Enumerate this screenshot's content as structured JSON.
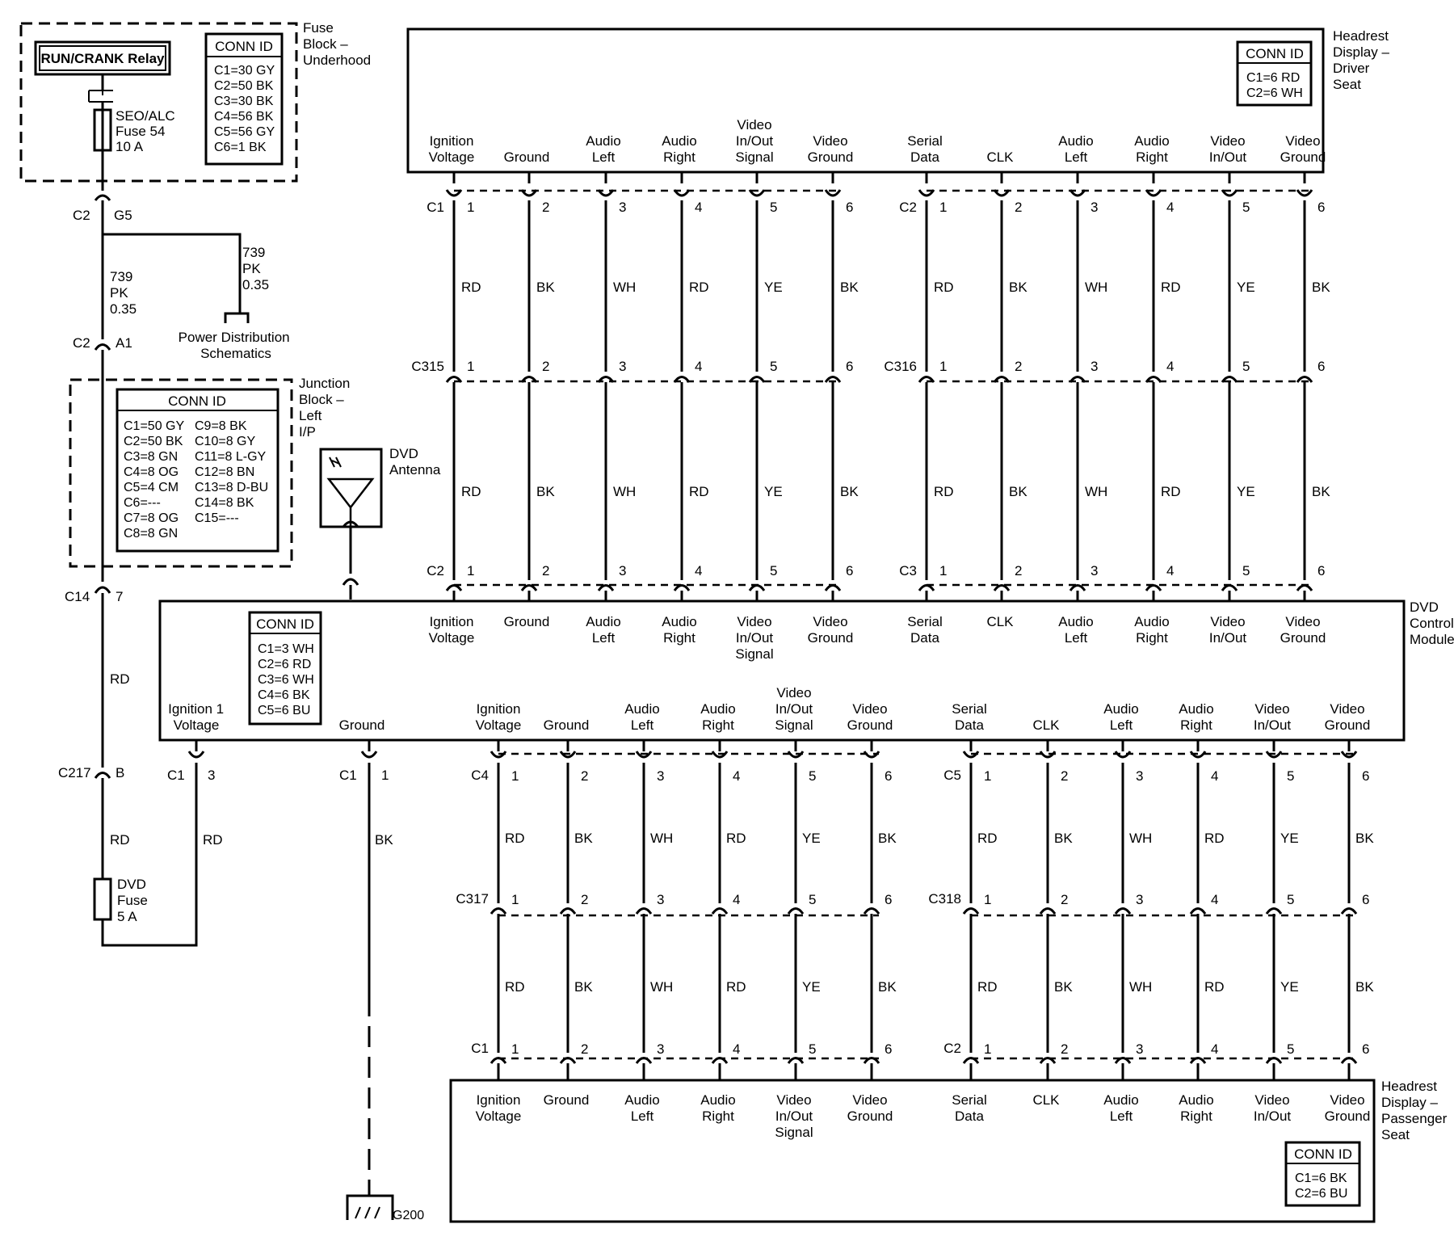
{
  "fuse_block": {
    "title": [
      "Fuse",
      "Block –",
      "Underhood"
    ],
    "relay": "RUN/CRANK Relay",
    "fuse": [
      "SEO/ALC",
      "Fuse 54",
      "10 A"
    ],
    "conn_title": "CONN ID",
    "conn": [
      "C1=30 GY",
      "C2=50 BK",
      "C3=30 BK",
      "C4=56 BK",
      "C5=56 GY",
      "C6=1 BK"
    ]
  },
  "power_path": {
    "c2_g5": [
      "C2",
      "G5"
    ],
    "wire_left": [
      "739",
      "PK",
      "0.35"
    ],
    "wire_right": [
      "739",
      "PK",
      "0.35"
    ],
    "power_dist": [
      "Power Distribution",
      "Schematics"
    ],
    "c2_a1": [
      "C2",
      "A1"
    ],
    "c14_7": [
      "C14",
      "7"
    ],
    "rd1": "RD",
    "c217_b": [
      "C217",
      "B"
    ],
    "rd2": "RD",
    "dvd_fuse": [
      "DVD",
      "Fuse",
      "5 A"
    ]
  },
  "junction_block": {
    "title": [
      "Junction",
      "Block –",
      "Left",
      "I/P"
    ],
    "conn_title": "CONN ID",
    "conn_left": [
      "C1=50 GY",
      "C2=50 BK",
      "C3=8 GN",
      "C4=8 OG",
      "C5=4 CM",
      "C6=---",
      "C7=8 OG",
      "C8=8 GN"
    ],
    "conn_right": [
      "C9=8 BK",
      "C10=8 GY",
      "C11=8 L-GY",
      "C12=8 BN",
      "C13=8 D-BU",
      "C14=8 BK",
      "C15=---"
    ]
  },
  "antenna": {
    "label": [
      "DVD",
      "Antenna"
    ]
  },
  "driver_display": {
    "title": [
      "Headrest",
      "Display –",
      "Driver",
      "Seat"
    ],
    "conn_title": "CONN ID",
    "conn": [
      "C1=6 RD",
      "C2=6 WH"
    ],
    "c1_labels": [
      [
        "Ignition",
        "Voltage"
      ],
      [
        "Ground"
      ],
      [
        "Audio",
        "Left"
      ],
      [
        "Audio",
        "Right"
      ],
      [
        "Video",
        "In/Out",
        "Signal"
      ],
      [
        "Video",
        "Ground"
      ]
    ],
    "c2_labels": [
      [
        "Serial",
        "Data"
      ],
      [
        "CLK"
      ],
      [
        "Audio",
        "Left"
      ],
      [
        "Audio",
        "Right"
      ],
      [
        "Video",
        "In/Out"
      ],
      [
        "Video",
        "Ground"
      ]
    ]
  },
  "upper_harness": {
    "row1": {
      "left": "C1",
      "right": "C2"
    },
    "row2": {
      "left": "C315",
      "right": "C316"
    },
    "row3": {
      "left": "C2",
      "right": "C3"
    },
    "pins": [
      "1",
      "2",
      "3",
      "4",
      "5",
      "6"
    ],
    "left_colors": [
      "RD",
      "BK",
      "WH",
      "RD",
      "YE",
      "BK"
    ],
    "right_colors": [
      "RD",
      "BK",
      "WH",
      "RD",
      "YE",
      "BK"
    ]
  },
  "dvd_module": {
    "title": [
      "DVD",
      "Control",
      "Module"
    ],
    "conn_title": "CONN ID",
    "conn": [
      "C1=3 WH",
      "C2=6 RD",
      "C3=6 WH",
      "C4=6 BK",
      "C5=6 BU"
    ],
    "top_left_labels": [
      [
        "Ignition",
        "Voltage"
      ],
      [
        "Ground"
      ],
      [
        "Audio",
        "Left"
      ],
      [
        "Audio",
        "Right"
      ],
      [
        "Video",
        "In/Out",
        "Signal"
      ],
      [
        "Video",
        "Ground"
      ]
    ],
    "top_right_labels": [
      [
        "Serial",
        "Data"
      ],
      [
        "CLK"
      ],
      [
        "Audio",
        "Left"
      ],
      [
        "Audio",
        "Right"
      ],
      [
        "Video",
        "In/Out"
      ],
      [
        "Video",
        "Ground"
      ]
    ],
    "ign1": [
      "Ignition 1",
      "Voltage"
    ],
    "ground": "Ground",
    "bot_left_labels": [
      [
        "Ignition",
        "Voltage"
      ],
      [
        "Ground"
      ],
      [
        "Audio",
        "Left"
      ],
      [
        "Audio",
        "Right"
      ],
      [
        "Video",
        "In/Out",
        "Signal"
      ],
      [
        "Video",
        "Ground"
      ]
    ],
    "bot_right_labels": [
      [
        "Serial",
        "Data"
      ],
      [
        "CLK"
      ],
      [
        "Audio",
        "Left"
      ],
      [
        "Audio",
        "Right"
      ],
      [
        "Video",
        "In/Out"
      ],
      [
        "Video",
        "Ground"
      ]
    ]
  },
  "module_lower": {
    "c1_3": [
      "C1",
      "3"
    ],
    "rd": "RD",
    "c1_1": [
      "C1",
      "1"
    ],
    "bk": "BK",
    "g200": "G200"
  },
  "lower_harness": {
    "row1": {
      "left": "C4",
      "right": "C5"
    },
    "row2": {
      "left": "C317",
      "right": "C318"
    },
    "row3": {
      "left": "C1",
      "right": "C2"
    },
    "pins": [
      "1",
      "2",
      "3",
      "4",
      "5",
      "6"
    ],
    "left_colors": [
      "RD",
      "BK",
      "WH",
      "RD",
      "YE",
      "BK"
    ],
    "right_colors": [
      "RD",
      "BK",
      "WH",
      "RD",
      "YE",
      "BK"
    ]
  },
  "passenger_display": {
    "title": [
      "Headrest",
      "Display –",
      "Passenger",
      "Seat"
    ],
    "conn_title": "CONN ID",
    "conn": [
      "C1=6 BK",
      "C2=6 BU"
    ],
    "c1_labels": [
      [
        "Ignition",
        "Voltage"
      ],
      [
        "Ground"
      ],
      [
        "Audio",
        "Left"
      ],
      [
        "Audio",
        "Right"
      ],
      [
        "Video",
        "In/Out",
        "Signal"
      ],
      [
        "Video",
        "Ground"
      ]
    ],
    "c2_labels": [
      [
        "Serial",
        "Data"
      ],
      [
        "CLK"
      ],
      [
        "Audio",
        "Left"
      ],
      [
        "Audio",
        "Right"
      ],
      [
        "Video",
        "In/Out"
      ],
      [
        "Video",
        "Ground"
      ]
    ]
  }
}
